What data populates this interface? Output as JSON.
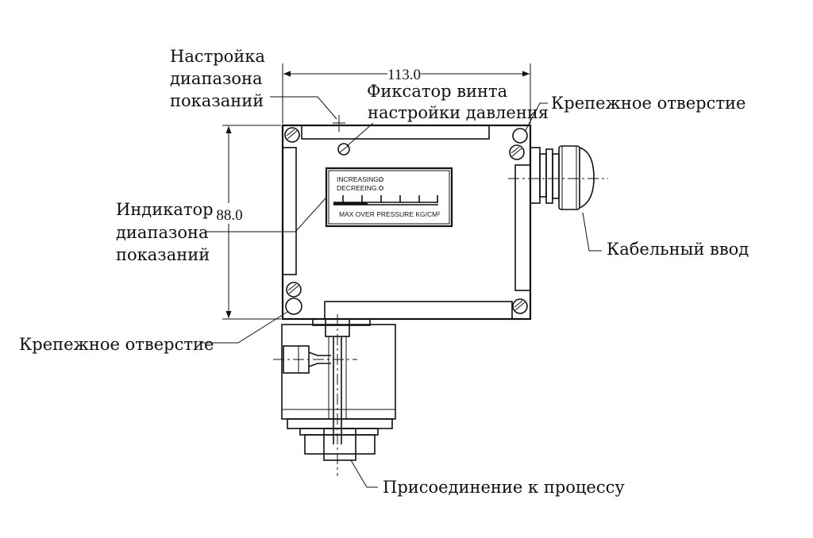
{
  "labels": {
    "range_setting": [
      "Настройка",
      "диапазона",
      "показаний"
    ],
    "screw_lock": [
      "Фиксатор винта",
      "настройки давления"
    ],
    "mount_hole_top": "Крепежное отверстие",
    "range_indicator": [
      "Индикатор",
      "диапазона",
      "показаний"
    ],
    "mount_hole_bottom": "Крепежное отверстие",
    "cable_entry": "Кабельный ввод",
    "process_connection": "Присоединение к процессу"
  },
  "dimensions": {
    "width": "113.0",
    "height": "88.0"
  },
  "gauge": {
    "increasing": "INCREASING.",
    "decreasing": "DECREEING.",
    "caption": "MAX OVER PRESSURE KG/CM²"
  }
}
